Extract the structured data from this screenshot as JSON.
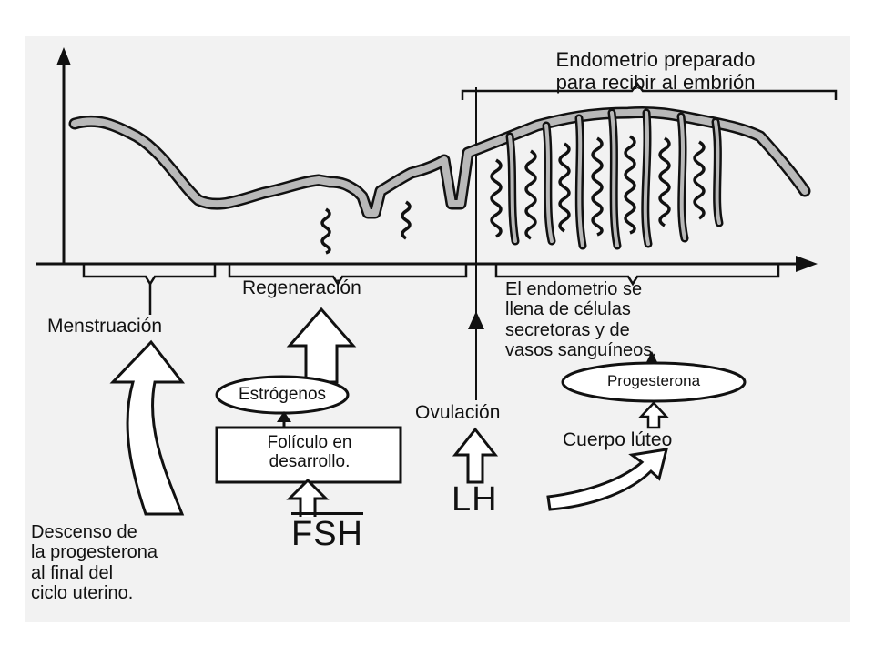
{
  "labels": {
    "endometrio_preparado": "Endometrio preparado\npara recibir al embrión",
    "regeneracion": "Regeneración",
    "menstruacion": "Menstruación",
    "endometrio_se_llena": "El endometrio se\nllena de células\nsecretoras y de\nvasos sanguíneos.",
    "estrogenos": "Estrógenos",
    "foliculo": "Folículo en\ndesarrollo.",
    "ovulacion": "Ovulación",
    "progesterona": "Progesterona",
    "cuerpo_luteo": "Cuerpo lúteo",
    "lh": "LH",
    "fsh": "FSH",
    "descenso": "Descenso de\nla progesterona\nal final del\nciclo uterino."
  },
  "colors": {
    "ink": "#111111",
    "band_fill": "#b9b9b9",
    "paper": "#f2f2f2"
  }
}
